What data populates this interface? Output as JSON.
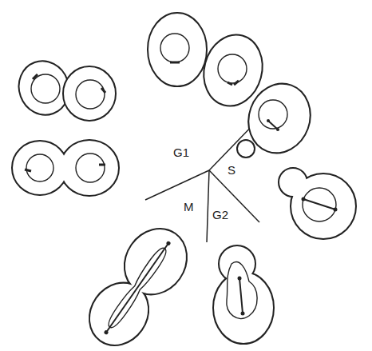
{
  "diagram": {
    "labels": [
      "G1",
      "S",
      "M",
      "G2"
    ]
  }
}
